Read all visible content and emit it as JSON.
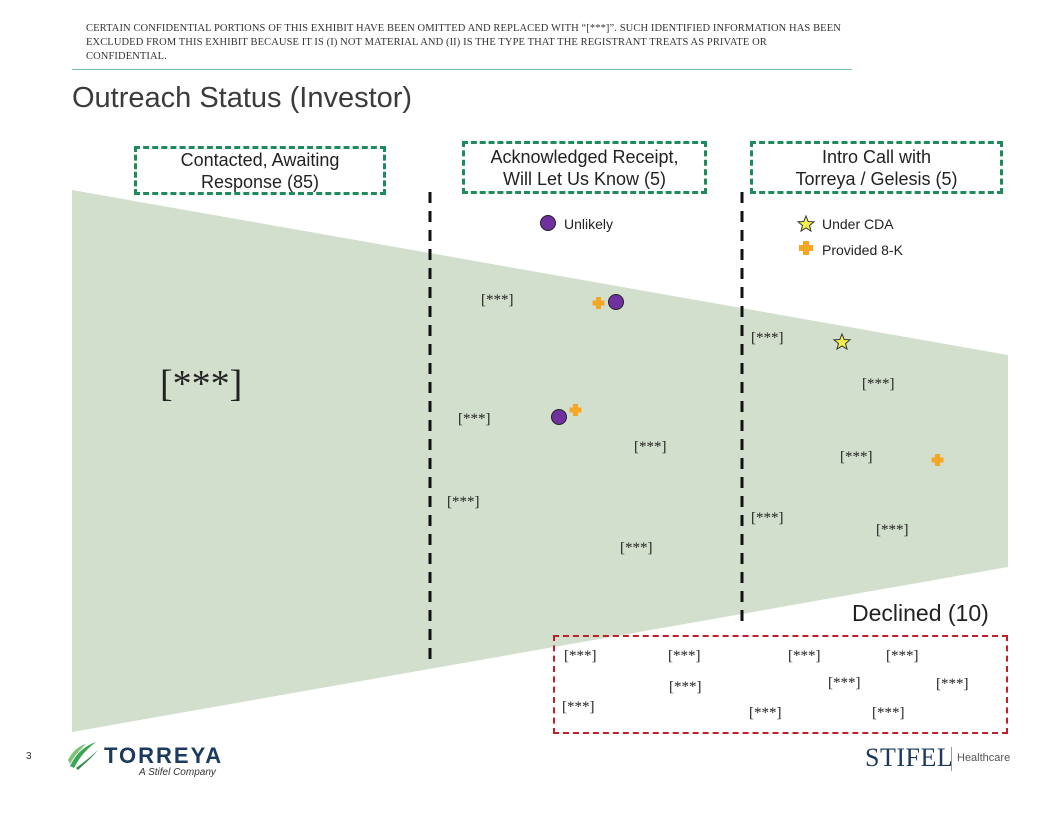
{
  "disclaimer": "CERTAIN CONFIDENTIAL PORTIONS OF THIS EXHIBIT HAVE BEEN OMITTED AND REPLACED WITH “[***]”. SUCH IDENTIFIED INFORMATION HAS BEEN EXCLUDED FROM THIS EXHIBIT BECAUSE IT IS (I) NOT MATERIAL AND (II) IS THE TYPE THAT THE REGISTRANT TREATS AS PRIVATE OR CONFIDENTIAL.",
  "title": "Outreach Status (Investor)",
  "stages": {
    "contacted": {
      "line1": "Contacted, Awaiting",
      "line2": "Response (85)"
    },
    "acknowledged": {
      "line1": "Acknowledged Receipt,",
      "line2": "Will Let Us Know (5)"
    },
    "intro_call": {
      "line1": "Intro Call with",
      "line2": "Torreya / Gelesis (5)"
    }
  },
  "legend": {
    "unlikely": "Unlikely",
    "under_cda": "Under CDA",
    "provided_8k": "Provided 8-K"
  },
  "redacted": "[***]",
  "declined_title": "Declined (10)",
  "page_number": "3",
  "logos": {
    "torreya": "TORREYA",
    "torreya_sub": "A Stifel Company",
    "stifel": "STIFEL",
    "healthcare": "Healthcare"
  },
  "colors": {
    "funnel": "#d3dfcd",
    "stage_border": "#1f8a5a",
    "declined_border": "#c0202a",
    "unlikely_marker": "#7030a0",
    "plus_marker": "#f5a623",
    "star_marker": "#f5f04a"
  }
}
